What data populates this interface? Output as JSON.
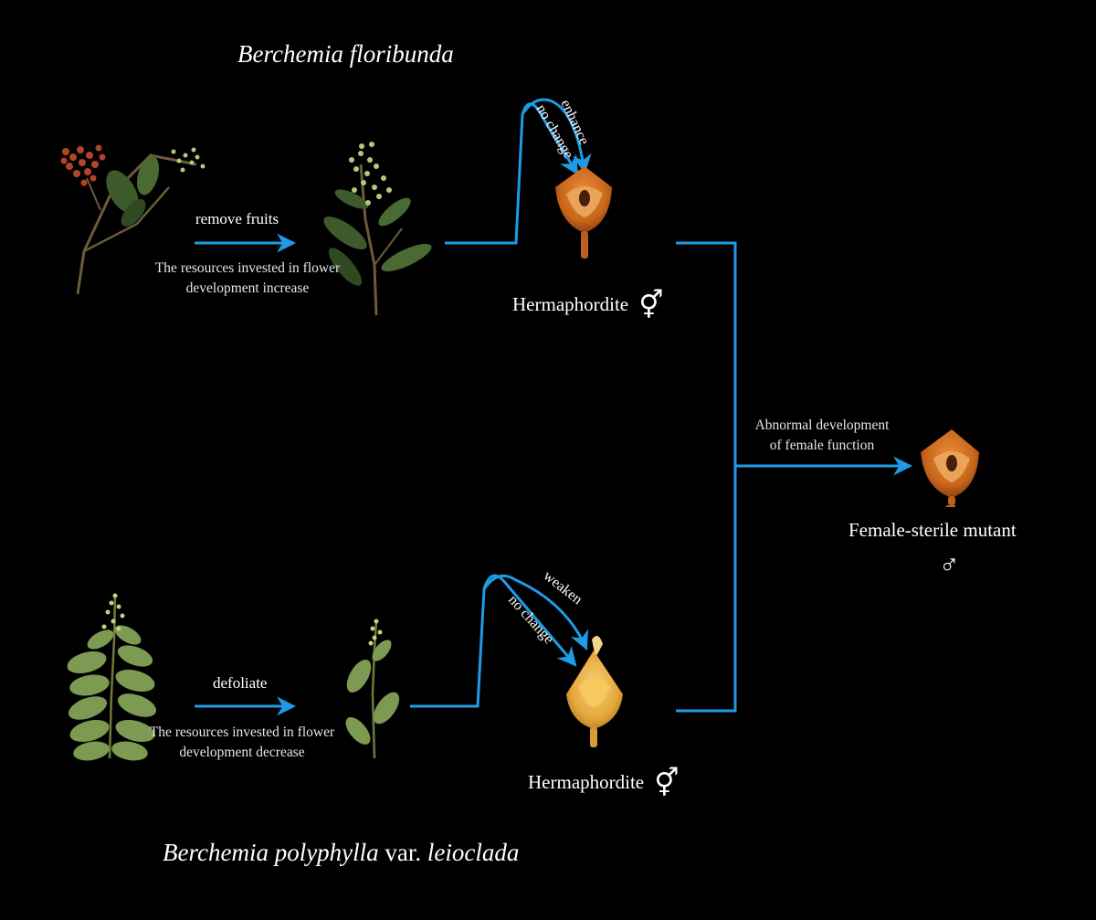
{
  "species_top": "Berchemia floribunda",
  "species_bottom": {
    "italic_1": "Berchemia polyphylla",
    "plain": " var. ",
    "italic_2": "leioclada"
  },
  "top_branch": {
    "arrow_label": "remove fruits",
    "note_line1": "The resources invested in flower",
    "note_line2": "development increase",
    "curve_label_a": "enhance",
    "curve_label_b": "no change",
    "result_label": "Hermaphordite",
    "result_symbol": "⚥"
  },
  "bottom_branch": {
    "arrow_label": "defoliate",
    "note_line1": "The resources invested in flower",
    "note_line2": "development decrease",
    "curve_label_a": "weaken",
    "curve_label_b": "no change",
    "result_label": "Hermaphordite",
    "result_symbol": "⚥"
  },
  "merge": {
    "label_line1": "Abnormal development",
    "label_line2": "of female  function",
    "result_label": "Female-sterile mutant",
    "result_symbol": "♂"
  },
  "colors": {
    "background": "#000000",
    "arrow": "#1f9be6",
    "text": "#ffffff",
    "flower_orange": "#c8651a",
    "flower_yellow": "#e3a63a",
    "leaf_dark": "#3d5a2a",
    "leaf_light": "#7d9a52",
    "fruit_red": "#b4432a"
  },
  "icons": [
    "fruiting-branch-icon",
    "flowering-branch-icon",
    "leafy-branch-icon",
    "defoliated-branch-icon",
    "flower-icon"
  ]
}
